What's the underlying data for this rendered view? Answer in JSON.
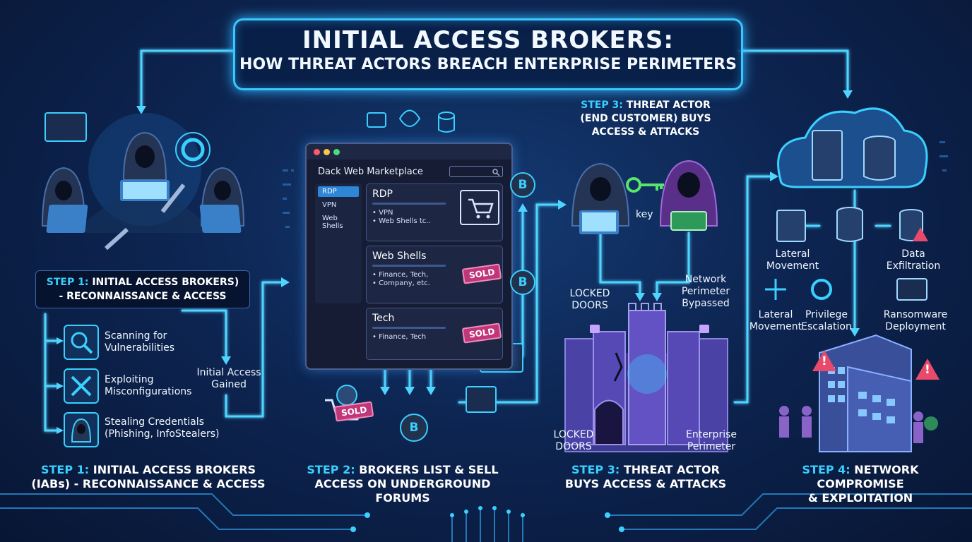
{
  "title": {
    "line1": "INITIAL ACCESS BROKERS:",
    "line2": "HOW THREAT ACTORS BREACH ENTERPRISE PERIMETERS"
  },
  "step1": {
    "box_line1_hl": "STEP 1:",
    "box_line1": "INITIAL ACCESS BROKERS)",
    "box_line2": "- RECONNAISSANCE & ACCESS",
    "items": [
      {
        "label_l1": "Scanning for",
        "label_l2": "Vulnerabilities",
        "icon": "magnifier-icon"
      },
      {
        "label_l1": "Exploiting",
        "label_l2": "Misconfigurations",
        "icon": "tools-icon"
      },
      {
        "label_l1": "Stealing Credentials",
        "label_l2": "(Phishing, InfoStealers)",
        "icon": "hacker-icon"
      }
    ],
    "gained_l1": "Initial Access",
    "gained_l2": "Gained",
    "footer_hl": "STEP 1:",
    "footer_l1": "INITIAL ACCESS BROKERS",
    "footer_l2": "(IABs) - RECONNAISSANCE & ACCESS"
  },
  "step2": {
    "market_title": "Dack Web Marketplace",
    "sidebar": [
      "RDP",
      "VPN",
      "Web Shells"
    ],
    "cards": [
      {
        "title": "RDP",
        "items": [
          "• VPN",
          "• Web Shells tc.."
        ]
      },
      {
        "title": "Web Shells",
        "items": [
          "• Finance, Tech,",
          "• Company, etc."
        ]
      },
      {
        "title": "Tech",
        "items": [
          "• Finance, Tech"
        ]
      }
    ],
    "sold": "SOLD",
    "btc": "B",
    "footer_hl": "STEP 2:",
    "footer_l1": "BROKERS LIST & SELL",
    "footer_l2": "ACCESS ON UNDERGROUND FORUMS"
  },
  "step3": {
    "header_hl": "STEP 3:",
    "header_l1": "THREAT ACTOR",
    "header_l2": "(END CUSTOMER) BUYS",
    "header_l3": "ACCESS & ATTACKS",
    "key_label": "key",
    "locked_doors_top_l1": "LOCKED",
    "locked_doors_top_l2": "DOORS",
    "bypassed_l1": "Network",
    "bypassed_l2": "Perimeter",
    "bypassed_l3": "Bypassed",
    "locked_doors_bottom_l1": "LOCKED",
    "locked_doors_bottom_l2": "DOORS",
    "perimeter_l1": "Enterprise",
    "perimeter_l2": "Perimeter",
    "footer_hl": "STEP 3:",
    "footer_l1": "THREAT ACTOR",
    "footer_l2": "BUYS ACCESS & ATTACKS"
  },
  "step4": {
    "lateral1_l1": "Lateral",
    "lateral1_l2": "Movement",
    "exfil_l1": "Data",
    "exfil_l2": "Exfiltration",
    "lateral2_l1": "Lateral",
    "lateral2_l2": "Movement",
    "priv_l1": "Privilege",
    "priv_l2": "Escalation",
    "ransom_l1": "Ransomware",
    "ransom_l2": "Deployment",
    "footer_hl": "STEP 4:",
    "footer_l1": "NETWORK COMPROMISE",
    "footer_l2": "& EXPLOITATION"
  },
  "colors": {
    "accent": "#39d0ff",
    "sold": "#c0367a",
    "warning": "#e84a6b",
    "background": "#0d2552"
  }
}
